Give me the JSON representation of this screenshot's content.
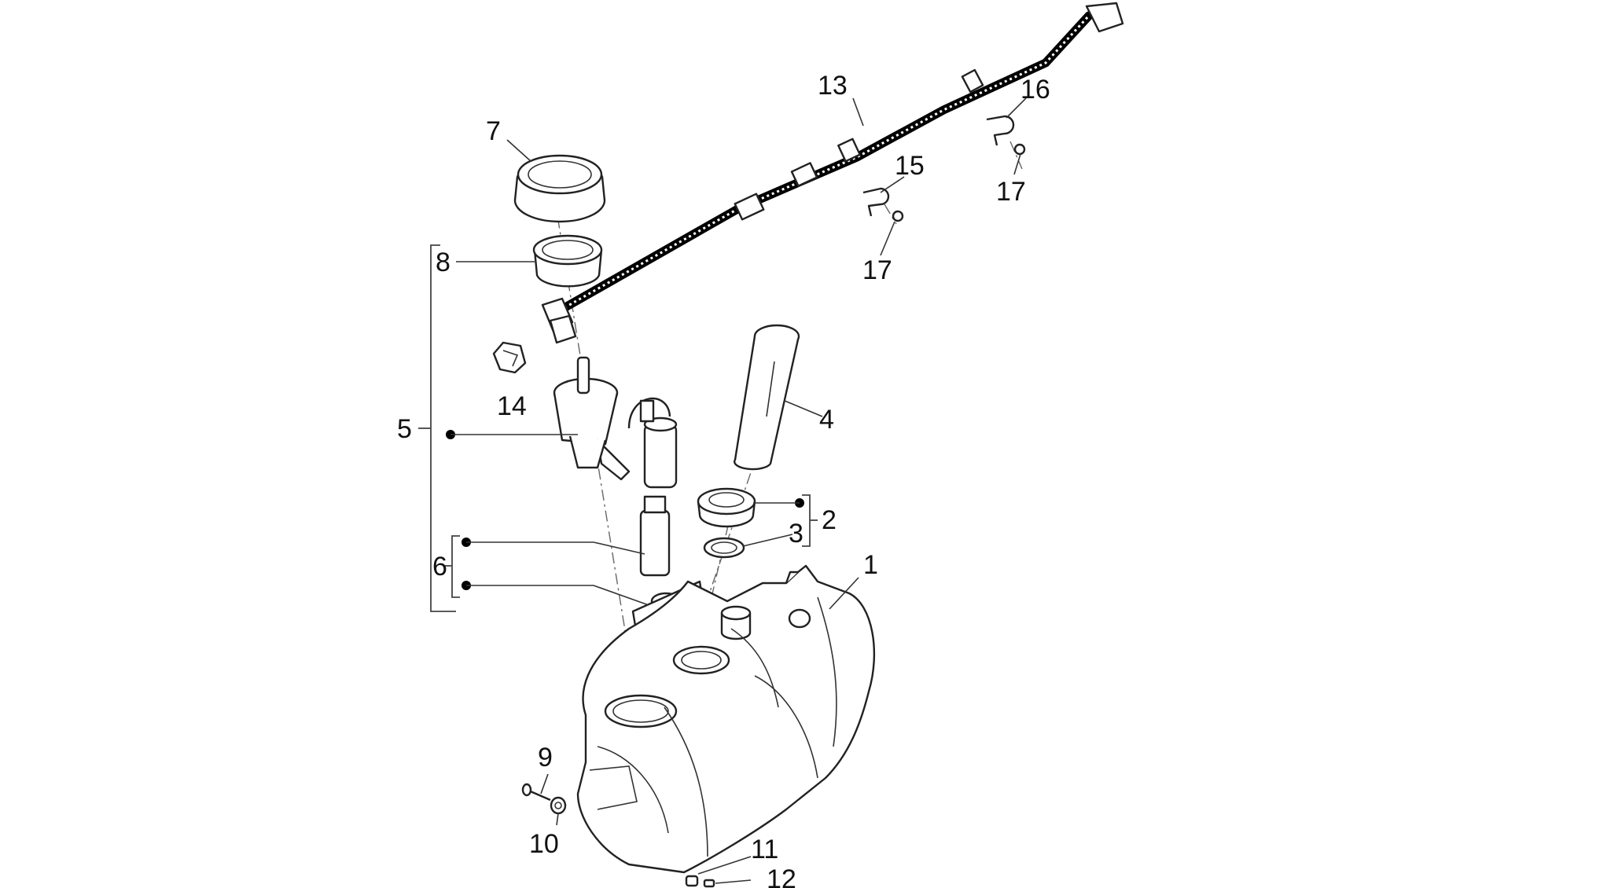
{
  "callouts": {
    "c1": "1",
    "c2": "2",
    "c3": "3",
    "c4": "4",
    "c5": "5",
    "c6": "6",
    "c7": "7",
    "c8": "8",
    "c9": "9",
    "c10": "10",
    "c11": "11",
    "c12": "12",
    "c13": "13",
    "c14": "14",
    "c15": "15",
    "c16": "16",
    "c17a": "17",
    "c17b": "17"
  }
}
